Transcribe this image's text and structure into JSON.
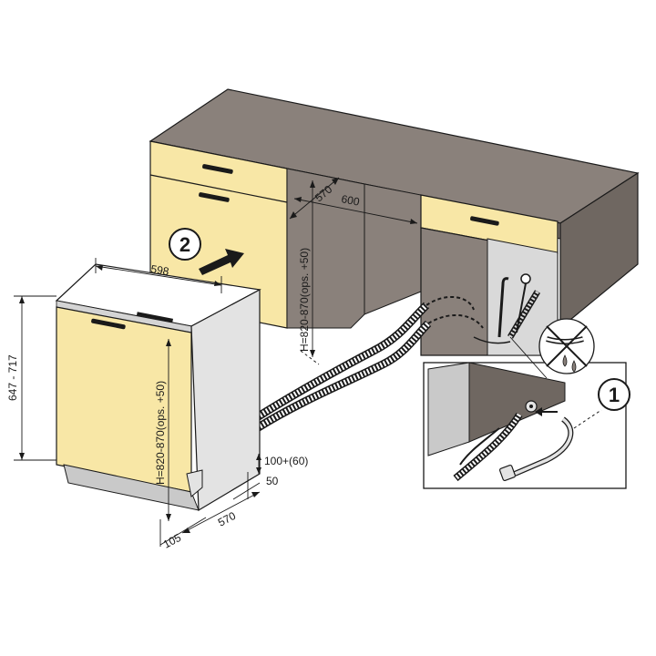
{
  "colors": {
    "cabinet": "#8a817b",
    "cabinet_dark": "#6f6761",
    "panel": "#f8e7a6",
    "appliance": "#e3e3e3",
    "appliance_side": "#c9c9c9",
    "outline": "#1a1a1a"
  },
  "steps": {
    "step_1": "1",
    "step_2": "2"
  },
  "dimensions": {
    "appliance_width": "598",
    "appliance_height": "647 - 717",
    "appliance_niche_height": "H=820-870(ops. +50)",
    "plinth_depth": "570",
    "plinth_setback": "105",
    "plinth_gap": "50",
    "plinth_height": "100+(60)",
    "niche_depth": "570",
    "niche_width": "600",
    "niche_height": "H=820-870(ops. +50)"
  },
  "icons": [
    "arrow-right-icon",
    "water-drop-icon",
    "hose-icon",
    "socket-icon"
  ]
}
